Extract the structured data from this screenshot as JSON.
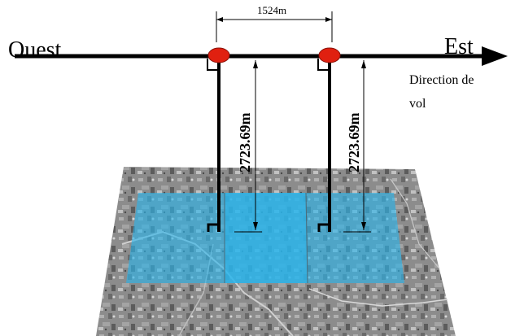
{
  "labels": {
    "west": "Ouest",
    "east": "Est",
    "direction_line1": "Direction de",
    "direction_line2": "vol",
    "baseline_distance": "1524m",
    "altitude_left": "2723.69m",
    "altitude_right": "2723.69m"
  },
  "colors": {
    "axis": "#000000",
    "camera": "#e02010",
    "footprint": "#2ab4ec",
    "terrain": "#8a8a8a"
  }
}
